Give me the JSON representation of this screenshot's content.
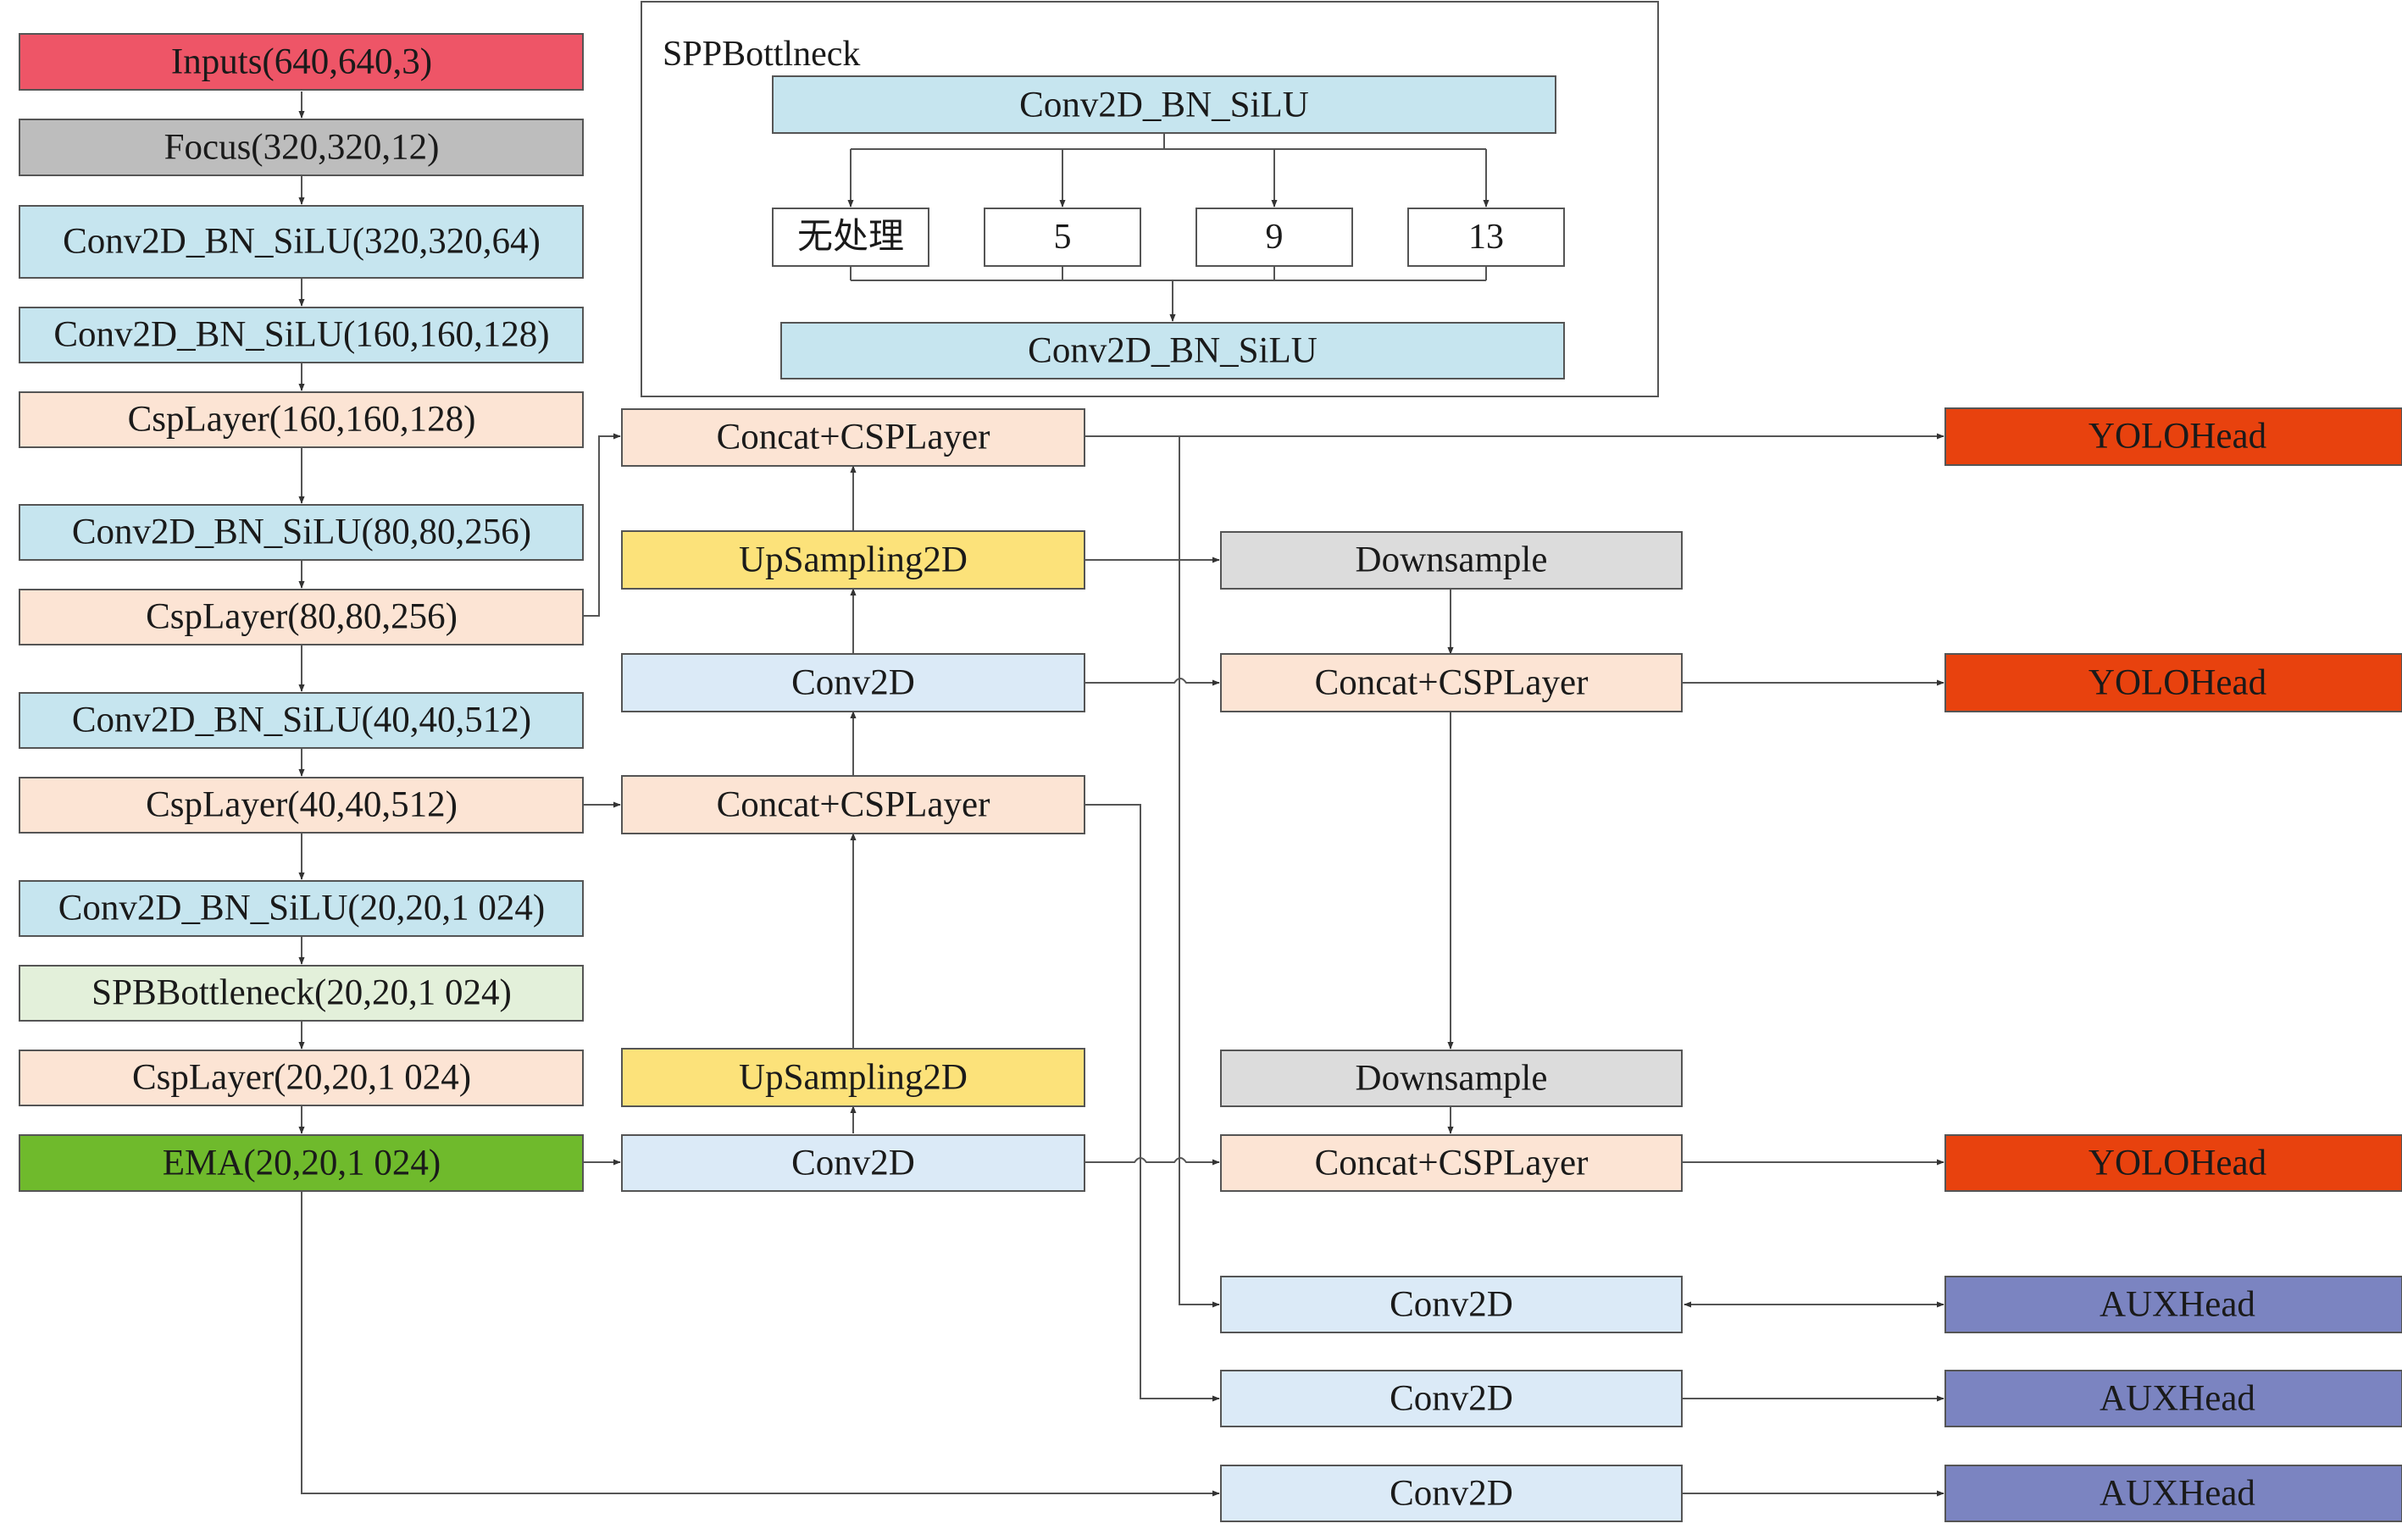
{
  "backbone": [
    "Inputs(640,640,3)",
    "Focus(320,320,12)",
    "Conv2D_BN_SiLU(320,320,64)",
    "Conv2D_BN_SiLU(160,160,128)",
    "CspLayer(160,160,128)",
    "Conv2D_BN_SiLU(80,80,256)",
    "CspLayer(80,80,256)",
    "Conv2D_BN_SiLU(40,40,512)",
    "CspLayer(40,40,512)",
    "Conv2D_BN_SiLU(20,20,1 024)",
    "SPBBottleneck(20,20,1 024)",
    "CspLayer(20,20,1 024)",
    "EMA(20,20,1 024)"
  ],
  "spp": {
    "title": "SPPBottlneck",
    "top": "Conv2D_BN_SiLU",
    "branches": [
      "无处理",
      "5",
      "9",
      "13"
    ],
    "bottom": "Conv2D_BN_SiLU"
  },
  "neck": {
    "concat_top": "Concat+CSPLayer",
    "upsampling_top": "UpSampling2D",
    "conv_mid": "Conv2D",
    "concat_mid": "Concat+CSPLayer",
    "upsampling_bottom": "UpSampling2D",
    "conv_bottom": "Conv2D",
    "downsample_top": "Downsample",
    "concat_right_mid": "Concat+CSPLayer",
    "downsample_bottom": "Downsample",
    "concat_right_bottom": "Concat+CSPLayer"
  },
  "heads": {
    "yolo": [
      "YOLOHead",
      "YOLOHead",
      "YOLOHead"
    ],
    "aux_convs": [
      "Conv2D",
      "Conv2D",
      "Conv2D"
    ],
    "aux": [
      "AUXHead",
      "AUXHead",
      "AUXHead"
    ]
  },
  "colors": {
    "input": "#ee5567",
    "focus": "#bdbdbd",
    "conv_bn": "#c6e5ef",
    "csp": "#fce4d4",
    "spb": "#e3f0da",
    "ema": "#6fba2c",
    "upsample": "#fce27a",
    "conv2d": "#dbeaf7",
    "downsample": "#dcdcdc",
    "yolo": "#e8420e",
    "aux": "#7b84c1",
    "line": "#555555"
  }
}
